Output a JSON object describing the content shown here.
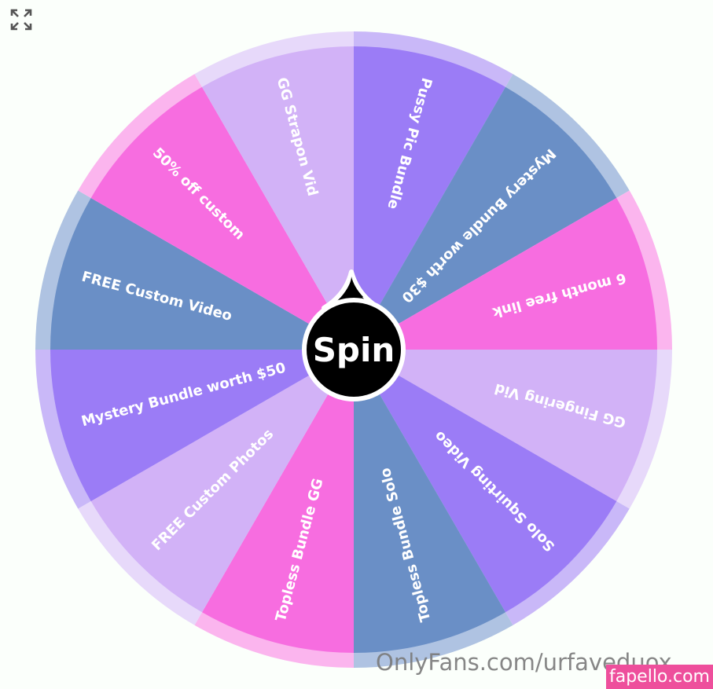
{
  "wheel": {
    "spin_label": "Spin",
    "segments": [
      {
        "label": "Pussy Pic Bundle",
        "color": "#9b7cf6"
      },
      {
        "label": "Mystery Bundle worth $30",
        "color": "#6a8fc6"
      },
      {
        "label": "6 month free link",
        "color": "#f76de0"
      },
      {
        "label": "GG Fingering Vid",
        "color": "#d2b2f7"
      },
      {
        "label": "Solo Squirting Video",
        "color": "#9b7cf6"
      },
      {
        "label": "Topless Bundle Solo",
        "color": "#6a8fc6"
      },
      {
        "label": "Topless Bundle GG",
        "color": "#f76de0"
      },
      {
        "label": "FREE Custom Photos",
        "color": "#d2b2f7"
      },
      {
        "label": "Mystery Bundle worth $50",
        "color": "#9b7cf6"
      },
      {
        "label": "FREE Custom Video",
        "color": "#6a8fc6"
      },
      {
        "label": "50% off custom",
        "color": "#f76de0"
      },
      {
        "label": "GG Strapon Vid",
        "color": "#d2b2f7"
      }
    ],
    "rim_colors": {
      "#9b7cf6": "#c9b8f8",
      "#6a8fc6": "#afc3e2",
      "#f76de0": "#fbb5ee",
      "#d2b2f7": "#e7d9fa"
    }
  },
  "watermark": "OnlyFans.com/urfaveduox",
  "badge": "fapello.com"
}
